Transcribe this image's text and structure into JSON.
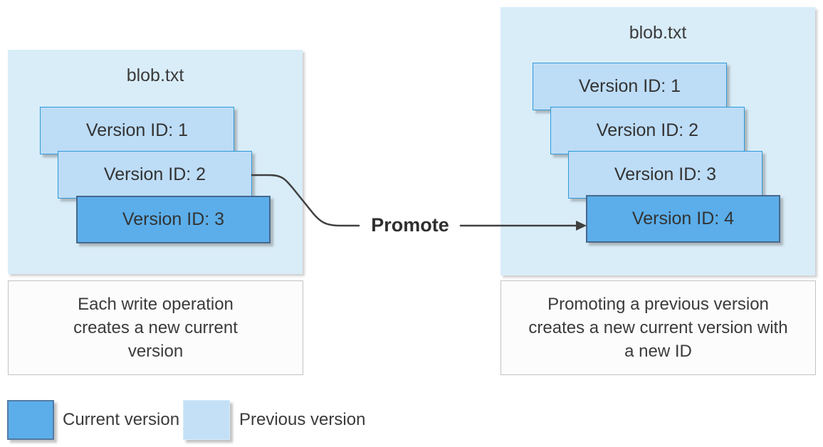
{
  "diagram": {
    "left_panel": {
      "title": "blob.txt",
      "versions": [
        {
          "label": "Version ID: 1",
          "state": "previous"
        },
        {
          "label": "Version ID: 2",
          "state": "previous"
        },
        {
          "label": "Version ID: 3",
          "state": "current"
        }
      ],
      "caption": "Each write operation creates a new current version"
    },
    "right_panel": {
      "title": "blob.txt",
      "versions": [
        {
          "label": "Version ID: 1",
          "state": "previous"
        },
        {
          "label": "Version ID: 2",
          "state": "previous"
        },
        {
          "label": "Version ID: 3",
          "state": "previous"
        },
        {
          "label": "Version ID: 4",
          "state": "current"
        }
      ],
      "caption": "Promoting a previous version creates a new current version with a new ID"
    },
    "promote": {
      "label": "Promote"
    },
    "legend": {
      "items": [
        {
          "label": "Current version",
          "color": "#5baeea"
        },
        {
          "label": "Previous version",
          "color": "#c3e0f7"
        }
      ]
    },
    "colors": {
      "panel_background": "#d9edf9",
      "previous_fill": "#bddcf6",
      "previous_border": "#2e9ad8",
      "current_fill": "#5baeea",
      "current_border": "#47688c",
      "connector": "#404040",
      "text": "#3b3b3b"
    }
  }
}
